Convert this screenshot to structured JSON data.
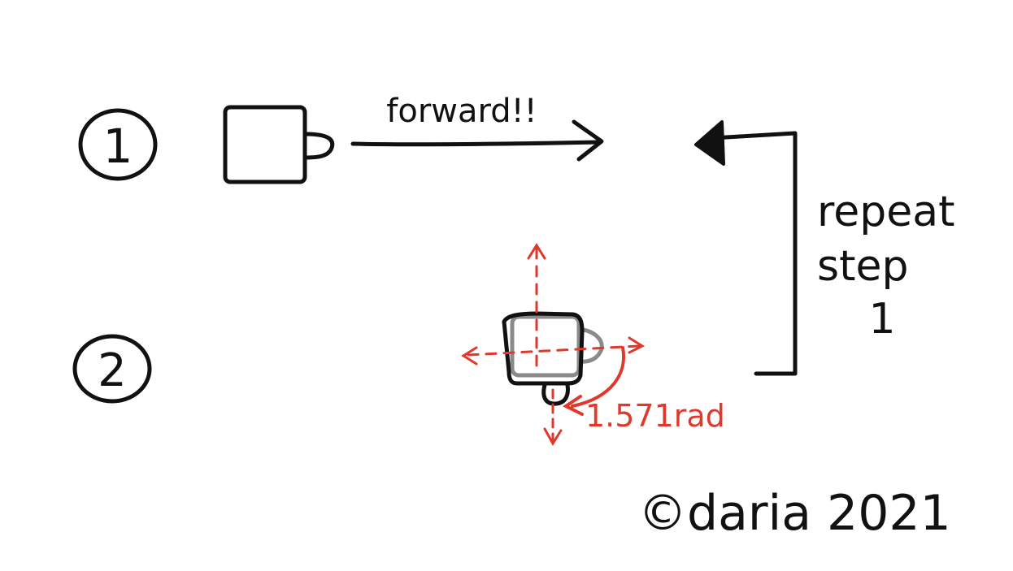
{
  "steps": [
    {
      "number": "1"
    },
    {
      "number": "2"
    }
  ],
  "labels": {
    "forward": "forward!!",
    "repeat_line1": "repeat",
    "repeat_line2": "step",
    "repeat_line3": "1",
    "rotation": "1.571rad",
    "copyright": "©daria 2021"
  },
  "colors": {
    "ink": "#111111",
    "annotation": "#e0382b",
    "ghost": "#8a8a8a"
  }
}
